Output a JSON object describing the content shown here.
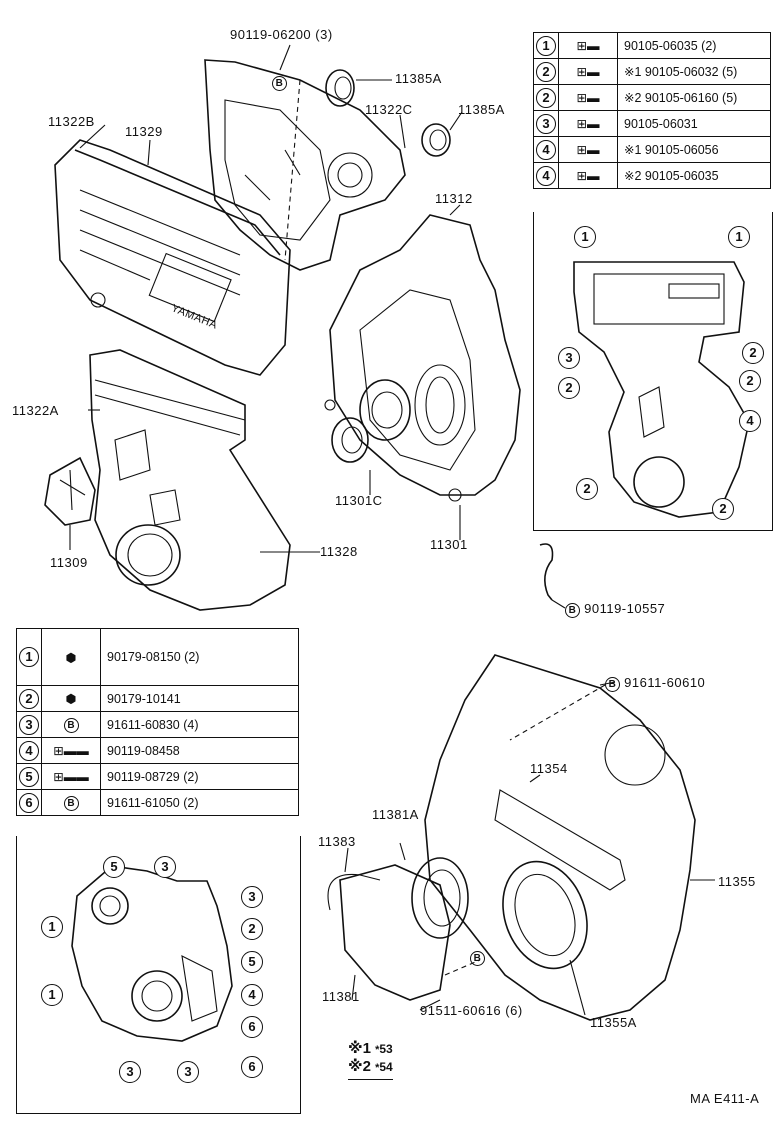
{
  "labels": {
    "p90119_06200": "90119-06200 (3)",
    "p11385a_top": "11385A",
    "p11322c": "11322C",
    "p11385a_b": "11385A",
    "p11322b": "11322B",
    "p11329": "11329",
    "p11312": "11312",
    "p11322a": "11322A",
    "p11309": "11309",
    "p11328": "11328",
    "p11301c": "11301C",
    "p11301": "11301",
    "p90119_10557": "90119-10557",
    "p91611_60610": "91611-60610",
    "p11354": "11354",
    "p11381a": "11381A",
    "p11383": "11383",
    "p11355": "11355",
    "p11381": "11381",
    "p91511_60616": "91511-60616 (6)",
    "p11355a": "11355A",
    "yamaha": "YAMAHA",
    "b_marker": "B",
    "footer": "MA  E411-A"
  },
  "table_top": [
    {
      "num": "1",
      "part": "90105-06035 (2)"
    },
    {
      "num": "2",
      "part": "※1 90105-06032 (5)"
    },
    {
      "num": "2",
      "part": "※2 90105-06160 (5)"
    },
    {
      "num": "3",
      "part": "90105-06031"
    },
    {
      "num": "4",
      "part": "※1 90105-06056"
    },
    {
      "num": "4",
      "part": "※2 90105-06035"
    }
  ],
  "table_bottom": [
    {
      "num": "1",
      "icon": "nut",
      "part": "90179-08150 (2)"
    },
    {
      "num": "2",
      "icon": "nut",
      "part": "90179-10141"
    },
    {
      "num": "3",
      "icon": "B",
      "part": "91611-60830 (4)"
    },
    {
      "num": "4",
      "icon": "bolt",
      "part": "90119-08458"
    },
    {
      "num": "5",
      "icon": "bolt",
      "part": "90119-08729 (2)"
    },
    {
      "num": "6",
      "icon": "B",
      "part": "91611-61050 (2)"
    }
  ],
  "inset_top_callouts": [
    "1",
    "1",
    "3",
    "2",
    "2",
    "2",
    "4",
    "2",
    "2"
  ],
  "inset_bottom_callouts": [
    "5",
    "3",
    "3",
    "1",
    "2",
    "5",
    "1",
    "4",
    "6",
    "3",
    "3",
    "6"
  ],
  "notes": {
    "n1": "※1 ",
    "n1_val": "53",
    "n2": "※2 ",
    "n2_val": "54",
    "sub": "*"
  }
}
